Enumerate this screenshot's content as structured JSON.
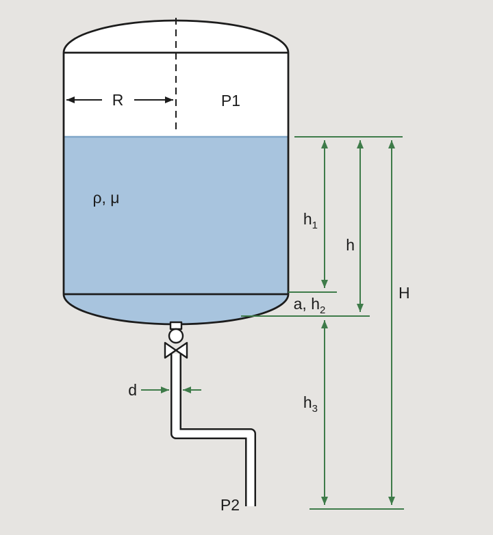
{
  "figure": {
    "type": "engineering-diagram",
    "description": "Pressurized tank of liquid draining through a valved discharge pipe, with height dimension annotations"
  },
  "colors": {
    "background": "#e6e4e1",
    "ink": "#1c1c1c",
    "liquid": "#a8c4de",
    "liquid-surface": "#7fa6c8",
    "dimension": "#3e7b49",
    "fill-white": "#ffffff"
  },
  "tank": {
    "pressure_label": "P1",
    "radius_label": "R",
    "fluid_label": "ρ, μ"
  },
  "pipe": {
    "diameter_label": "d",
    "outlet_pressure_label": "P2"
  },
  "dimensions": {
    "h1": {
      "base": "h",
      "sub": "1"
    },
    "h": {
      "base": "h"
    },
    "H": {
      "base": "H"
    },
    "a_h2": {
      "base": "a, h",
      "sub": "2"
    },
    "h3": {
      "base": "h",
      "sub": "3"
    }
  }
}
